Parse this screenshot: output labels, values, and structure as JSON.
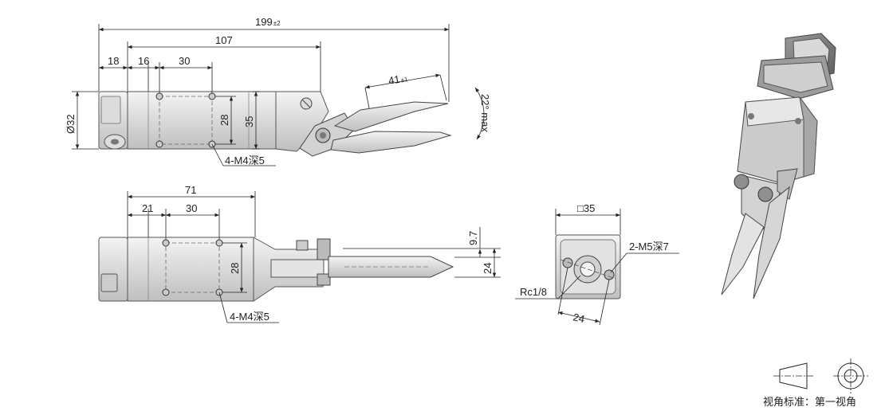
{
  "dimensions": {
    "overall_length": "199",
    "overall_tol": "±2",
    "body_to_blade_pivot": "107",
    "connector_length": "18",
    "left_offset_top": "16",
    "hole_pitch_top": "30",
    "top_width": "28",
    "body_height": "35",
    "body_diameter": "Ø32",
    "blade_length": "41",
    "blade_tol": "±1",
    "jaw_angle": "22° max",
    "side_length": "71",
    "left_offset_side": "21",
    "hole_pitch_side": "30",
    "side_width": "28",
    "blade_offset": "9.7",
    "blade_thickness": "24",
    "end_square": "□35",
    "end_hole_pitch": "24"
  },
  "notes": {
    "mount_holes_top": "4-M4深5",
    "mount_holes_side": "4-M4深5",
    "end_tapped_holes": "2-M5深7",
    "port_thread": "Rc1/8"
  },
  "projection": {
    "label": "视角标准：第一视角"
  }
}
